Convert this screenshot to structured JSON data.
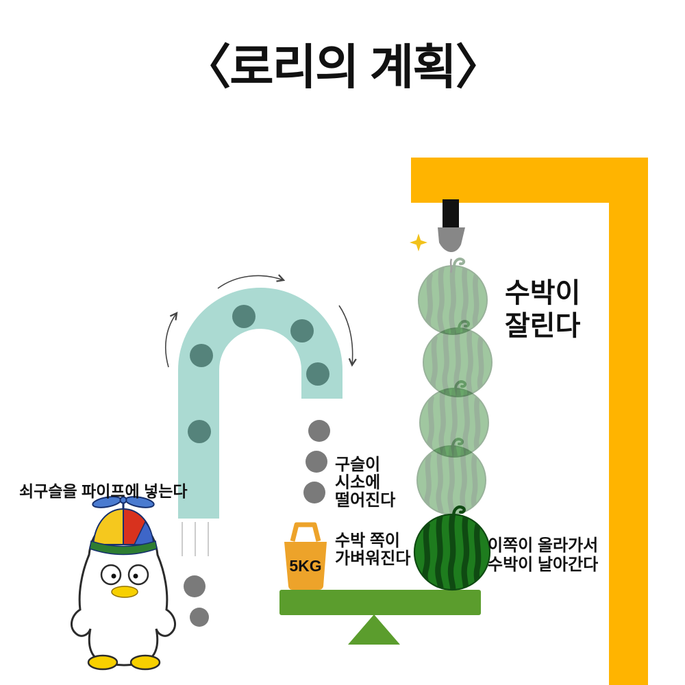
{
  "title": "〈로리의 계획〉",
  "annotations": {
    "insert_balls": "쇠구슬을 파이프에 넣는다",
    "balls_drop": "구슬이\n시소에\n떨어진다",
    "melon_side_lighter": "수박 쪽이\n가벼워진다",
    "weight_label": "5KG",
    "this_side_rises": "이쪽이 올라가서\n수박이 날아간다",
    "melon_cut": "수박이\n잘린다"
  },
  "colors": {
    "structure": "#FFB400",
    "pipe": "#ABDAD2",
    "pipe_ball": "#55837B",
    "gray_ball": "#7A7A7A",
    "seesaw": "#5B9D2D",
    "bucket": "#EDA32A",
    "melon_body": "#1E7C1E",
    "melon_stripe": "#0F4A12",
    "sparkle": "#F2C21B",
    "knife_blade": "#878787",
    "knife_handle": "#111111",
    "cap_yellow": "#F5C81E",
    "cap_red": "#D8321E",
    "cap_green": "#2E7D32",
    "cap_blue": "#3E66C8",
    "propeller_blue": "#4A7BD0",
    "duck_yellow": "#F7D000"
  }
}
